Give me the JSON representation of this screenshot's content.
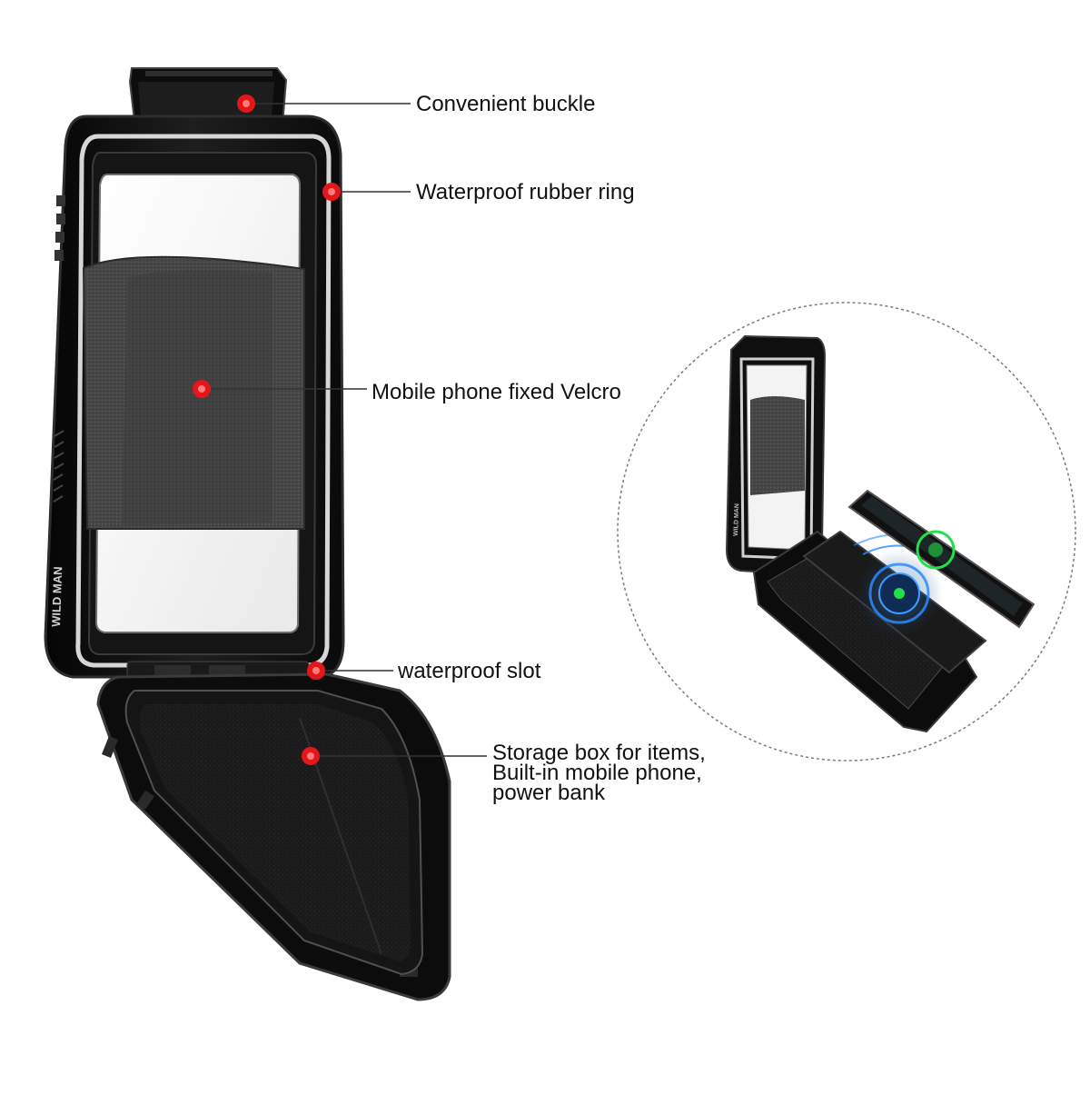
{
  "callouts": [
    {
      "id": "buckle",
      "label": "Convenient buckle"
    },
    {
      "id": "rubber-ring",
      "label": "Waterproof rubber ring"
    },
    {
      "id": "velcro",
      "label": "Mobile phone fixed Velcro"
    },
    {
      "id": "slot",
      "label": "waterproof slot"
    },
    {
      "id": "storage",
      "lines": [
        "Storage box for items,",
        "Built-in mobile phone,",
        "power bank"
      ]
    }
  ],
  "product_marking": "WILD MAN",
  "colors": {
    "marker": "#e3171b",
    "case_body": "#111111",
    "case_edge": "#3a3a3a",
    "rim_highlight": "#d9d9d9",
    "velcro": "#4a4a4a",
    "foam": "#1c1c1c",
    "line": "#333333",
    "charge_glow": "#2a8bff",
    "charge_dot": "#22e04a"
  }
}
